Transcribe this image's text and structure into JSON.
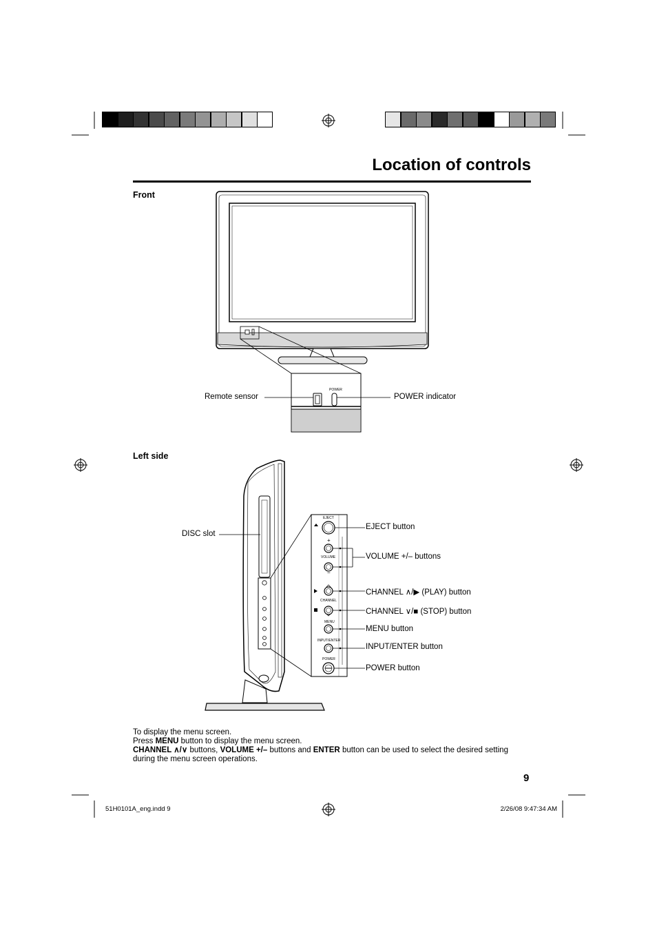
{
  "page": {
    "title": "Location of controls",
    "page_number": "9"
  },
  "sections": {
    "front": "Front",
    "left_side": "Left side"
  },
  "front_labels": {
    "remote_sensor": "Remote sensor",
    "power_indicator": "POWER indicator",
    "power_small": "POWER"
  },
  "side_labels": {
    "disc_slot": "DISC slot",
    "eject": "EJECT button",
    "volume": "VOLUME +/– buttons",
    "channel_up": "CHANNEL ∧/▶ (PLAY) button",
    "channel_down": "CHANNEL ∨/■ (STOP) button",
    "menu": "MENU button",
    "input_enter": "INPUT/ENTER button",
    "power": "POWER button"
  },
  "panel_labels": {
    "eject": "EJECT",
    "volume": "VOLUME",
    "channel": "CHANNEL",
    "menu": "MENU",
    "input_enter": "INPUT/ENTER",
    "power": "POWER",
    "plus": "+",
    "minus": "−"
  },
  "instructions": {
    "line1": "To display the menu screen.",
    "line2_pre": "Press ",
    "line2_bold": "MENU",
    "line2_post": " button to display the menu screen.",
    "line3_b1": "CHANNEL ∧/∨",
    "line3_t1": " buttons, ",
    "line3_b2": "VOLUME +/–",
    "line3_t2": " buttons and ",
    "line3_b3": "ENTER",
    "line3_t3": " button can be used to select the desired setting",
    "line4": "during the menu screen operations."
  },
  "footer": {
    "file": "51H0101A_eng.indd   9",
    "timestamp": "2/26/08   9:47:34 AM"
  },
  "colors": {
    "left_bar": [
      "#000000",
      "#1e1e1e",
      "#333333",
      "#4a4a4a",
      "#626262",
      "#7a7a7a",
      "#939393",
      "#adadad",
      "#c6c6c6",
      "#e0e0e0",
      "#ffffff"
    ],
    "right_bar": [
      "#e6e6e6",
      "#6a6a6a",
      "#8a8a8a",
      "#2a2a2a",
      "#6f6f6f",
      "#5a5a5a",
      "#000000",
      "#ffffff",
      "#9a9a9a",
      "#b0b0b0",
      "#7a7a7a"
    ]
  }
}
